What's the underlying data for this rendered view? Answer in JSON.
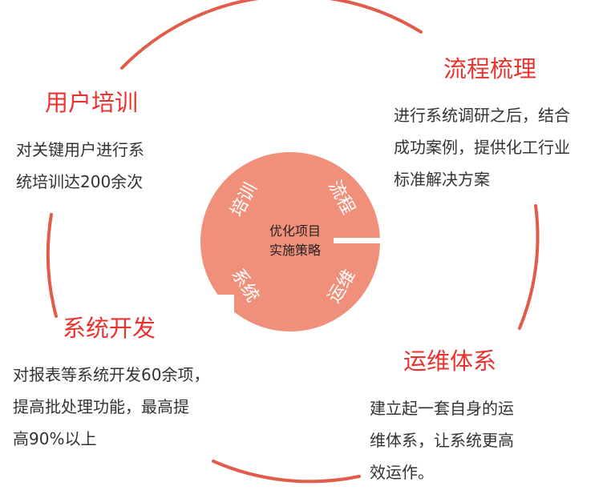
{
  "center": {
    "label_lines": [
      "优化项目",
      "实施策略"
    ],
    "quadrant_labels": {
      "training": "培训",
      "process": "流程",
      "system": "系统",
      "operations": "运维"
    }
  },
  "sections": {
    "training": {
      "title": "用户培训",
      "lines": [
        "对关键用户进行系",
        "统培训达200余次"
      ]
    },
    "process": {
      "title": "流程梳理",
      "lines": [
        "进行系统调研之后，结合",
        "成功案例，提供化工行业",
        "标准解决方案"
      ]
    },
    "system": {
      "title": "系统开发",
      "lines": [
        "对报表等系统开发60余项，",
        "提高批处理功能，最高提",
        "高90%以上"
      ]
    },
    "operations": {
      "title": "运维体系",
      "lines": [
        "建立起一套自身的运",
        "维体系，让系统更高",
        "效运作。"
      ]
    }
  },
  "colors": {
    "accent": "#e8332e",
    "ring": "#e25c4b",
    "center_fill": "#f0907a",
    "text": "#333333"
  }
}
